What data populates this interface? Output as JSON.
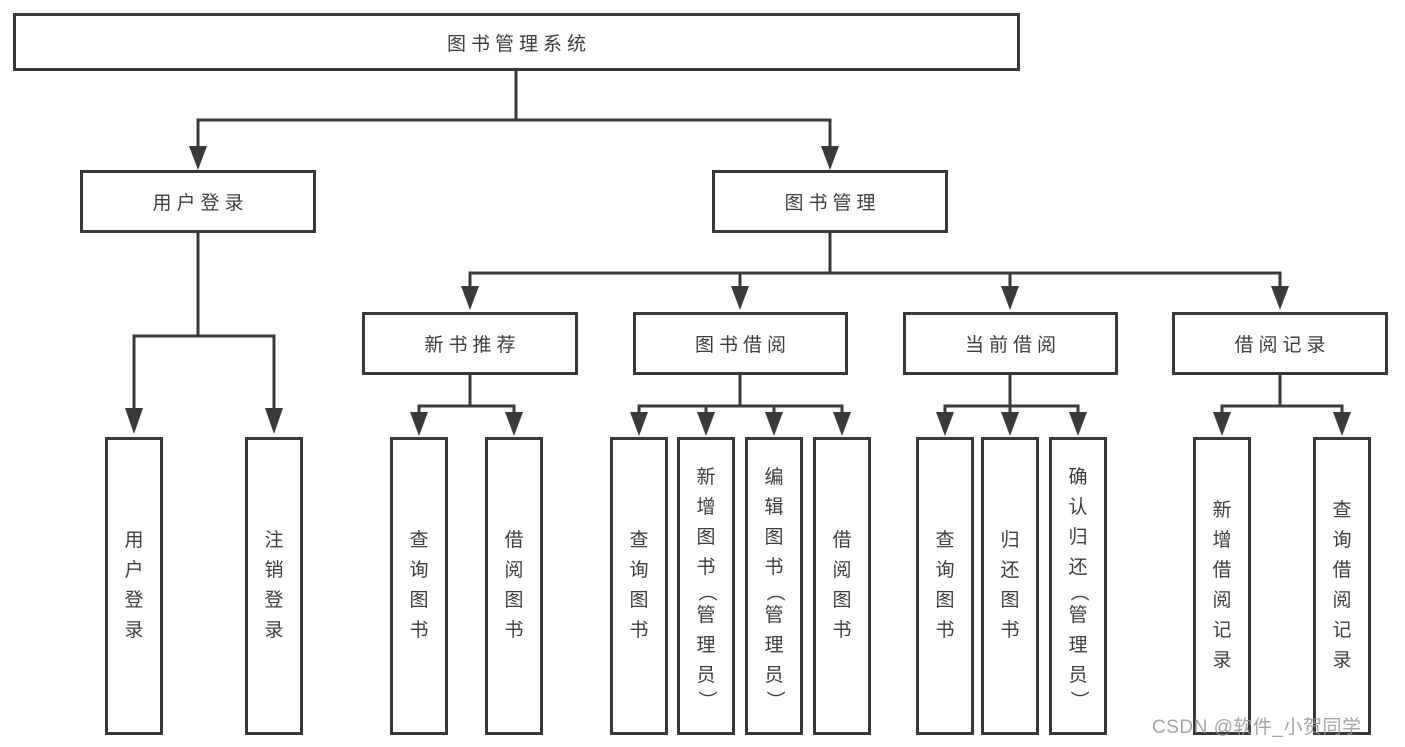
{
  "diagram": {
    "root": {
      "label": "图书管理系统"
    },
    "level2": [
      {
        "id": "user-login",
        "label": "用户登录"
      },
      {
        "id": "book-mgmt",
        "label": "图书管理"
      }
    ],
    "level3": [
      {
        "id": "new-books",
        "label": "新书推荐",
        "parent": "book-mgmt"
      },
      {
        "id": "book-borrow",
        "label": "图书借阅",
        "parent": "book-mgmt"
      },
      {
        "id": "current-borrow",
        "label": "当前借阅",
        "parent": "book-mgmt"
      },
      {
        "id": "borrow-records",
        "label": "借阅记录",
        "parent": "book-mgmt"
      }
    ],
    "leaves": [
      {
        "id": "login",
        "label": "用户登录",
        "parent": "user-login"
      },
      {
        "id": "logout",
        "label": "注销登录",
        "parent": "user-login"
      },
      {
        "id": "nb-query-books",
        "label": "查询图书",
        "parent": "new-books"
      },
      {
        "id": "nb-borrow-books",
        "label": "借阅图书",
        "parent": "new-books"
      },
      {
        "id": "bb-query-books",
        "label": "查询图书",
        "parent": "book-borrow"
      },
      {
        "id": "bb-add-books",
        "label": "新增图书（管理员）",
        "parent": "book-borrow"
      },
      {
        "id": "bb-edit-books",
        "label": "编辑图书（管理员）",
        "parent": "book-borrow"
      },
      {
        "id": "bb-borrow-books",
        "label": "借阅图书",
        "parent": "book-borrow"
      },
      {
        "id": "cb-query-books",
        "label": "查询图书",
        "parent": "current-borrow"
      },
      {
        "id": "cb-return-books",
        "label": "归还图书",
        "parent": "current-borrow"
      },
      {
        "id": "cb-confirm-return",
        "label": "确认归还（管理员）",
        "parent": "current-borrow"
      },
      {
        "id": "br-add-record",
        "label": "新增借阅记录",
        "parent": "borrow-records"
      },
      {
        "id": "br-query-record",
        "label": "查询借阅记录",
        "parent": "borrow-records"
      }
    ]
  },
  "watermark": {
    "text": "CSDN @软件_小贺同学"
  },
  "colors": {
    "line": "#3a3a3a",
    "box_border": "#383838",
    "text": "#3d3d3d",
    "watermark": "#9494a0",
    "background": "#ffffff"
  }
}
